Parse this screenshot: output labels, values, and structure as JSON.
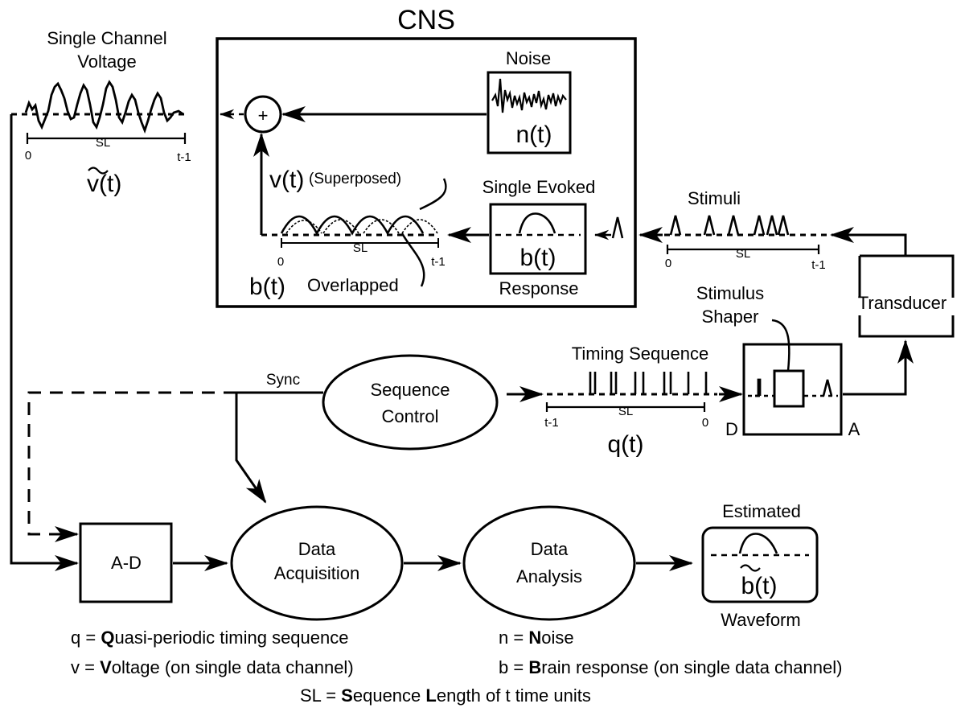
{
  "labels": {
    "cns": "CNS",
    "single_channel": "Single Channel",
    "voltage": "Voltage",
    "v_tilde": "v(t)",
    "noise": "Noise",
    "n_t": "n(t)",
    "v_t": "v(t)",
    "superposed": "(Superposed)",
    "single_evoked": "Single Evoked",
    "b_t_box": "b(t)",
    "response": "Response",
    "b_t": "b(t)",
    "overlapped": "Overlapped",
    "stimuli": "Stimuli",
    "stimulus_shaper_1": "Stimulus",
    "stimulus_shaper_2": "Shaper",
    "transducer": "Transducer",
    "timing_sequence": "Timing Sequence",
    "sync": "Sync",
    "sequence_control_1": "Sequence",
    "sequence_control_2": "Control",
    "q_t": "q(t)",
    "d": "D",
    "a": "A",
    "ad": "A-D",
    "data_acq_1": "Data",
    "data_acq_2": "Acquisition",
    "data_an_1": "Data",
    "data_an_2": "Analysis",
    "estimated": "Estimated",
    "b_tilde": "b(t)",
    "waveform": "Waveform",
    "plus": "+",
    "sl": "SL",
    "zero": "0",
    "t_minus_1": "t-1"
  },
  "legend": {
    "q": {
      "prefix": "q = ",
      "bold": "Q",
      "rest": "uasi-periodic timing sequence"
    },
    "v": {
      "prefix": "v = ",
      "bold": "V",
      "rest": "oltage (on single data channel)"
    },
    "n": {
      "prefix": "n = ",
      "bold": "N",
      "rest": "oise"
    },
    "b": {
      "prefix": "b = ",
      "bold": "B",
      "rest": "rain response (on single data channel)"
    },
    "sl": {
      "prefix": "SL = ",
      "bold1": "S",
      "mid": "equence ",
      "bold2": "L",
      "rest": "ength of t time units"
    }
  }
}
